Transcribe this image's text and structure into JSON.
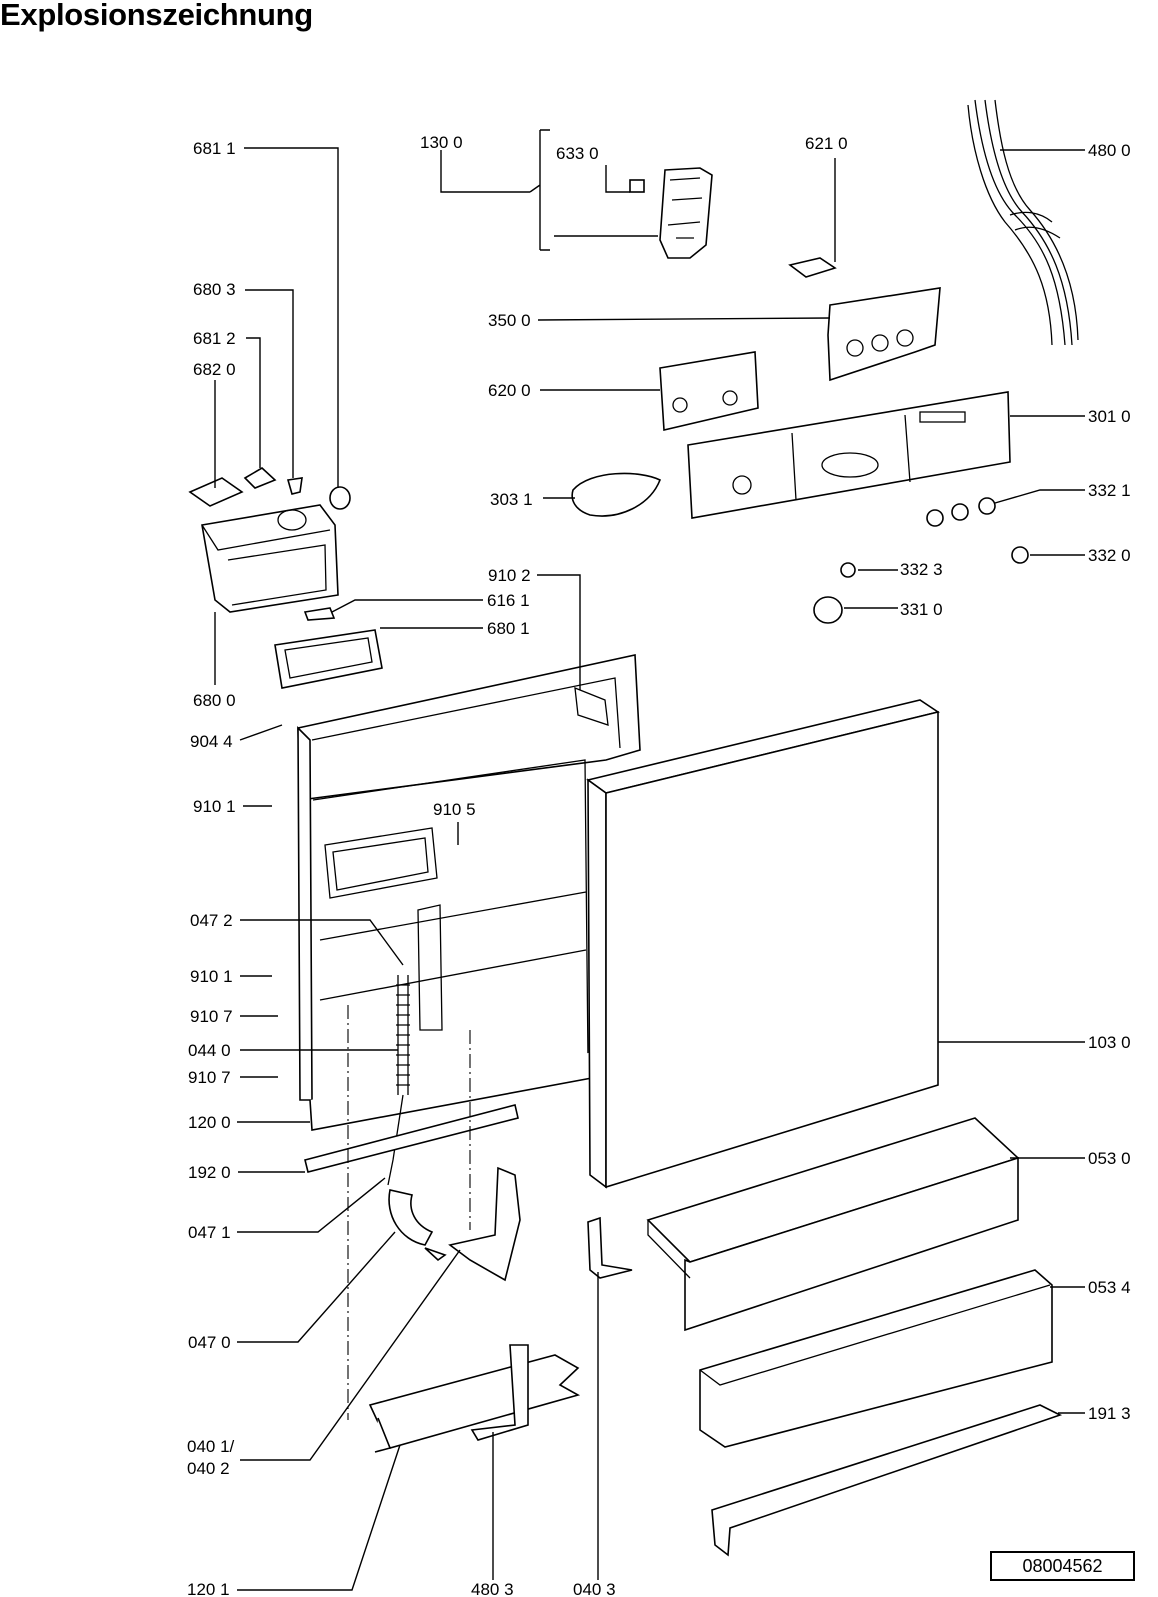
{
  "title": "Explosionszeichnung",
  "reference_number": "08004562",
  "part_labels": [
    "681 1",
    "130 0",
    "633 0",
    "621 0",
    "480 0",
    "680 3",
    "681 2",
    "682 0",
    "350 0",
    "620 0",
    "301 0",
    "303 1",
    "332 1",
    "332 0",
    "332 3",
    "331 0",
    "910 2",
    "616 1",
    "680 1",
    "680 0",
    "904 4",
    "910 1",
    "910 5",
    "047 2",
    "910 1",
    "910 7",
    "044 0",
    "910 7",
    "103 0",
    "120 0",
    "192 0",
    "053 0",
    "047 1",
    "053 4",
    "047 0",
    "191 3",
    "040 1/",
    "040 2",
    "120 1",
    "480 3",
    "040 3"
  ]
}
